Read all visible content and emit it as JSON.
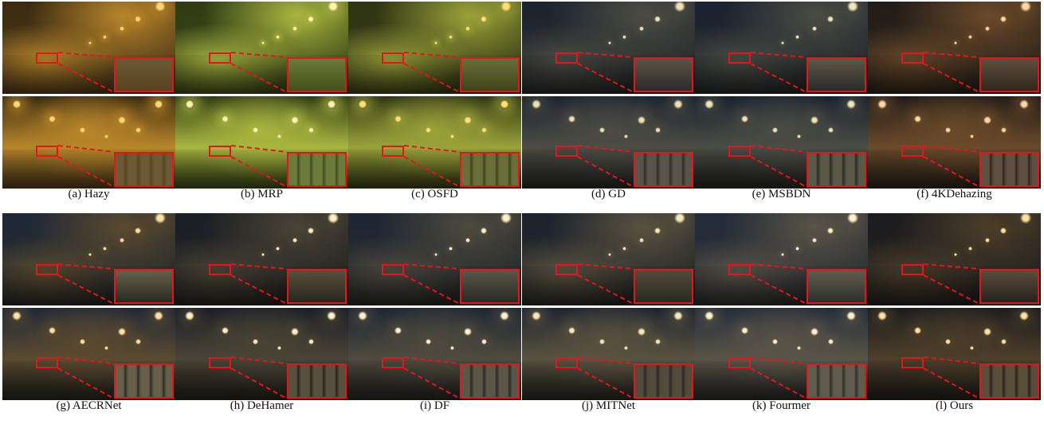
{
  "captions": [
    "(a) Hazy",
    "(b) MRP",
    "(c) OSFD",
    "(d) GD",
    "(e) MSBDN",
    "(f) 4KDehazing",
    "(g) AECRNet",
    "(h) DeHamer",
    "(i) DF",
    "(j) MITNet",
    "(k) Fourmer",
    "(l) Ours"
  ],
  "methods": [
    {
      "sky": "#3a2a10",
      "glow": "#b8862a",
      "road": "#5a4220",
      "zoom": "#6b5a35",
      "lamp": "#ffd66e"
    },
    {
      "sky": "#2f3a12",
      "glow": "#a8b640",
      "road": "#44501c",
      "zoom": "#6c7a3a",
      "lamp": "#fff3a8"
    },
    {
      "sky": "#2f3412",
      "glow": "#9aa23a",
      "road": "#3e4418",
      "zoom": "#6a6e3a",
      "lamp": "#ffe070"
    },
    {
      "sky": "#1c2430",
      "glow": "#4c4c44",
      "road": "#2c2c2a",
      "zoom": "#5a5448",
      "lamp": "#f0e0b0"
    },
    {
      "sky": "#1a2230",
      "glow": "#4a4c44",
      "road": "#2a2a28",
      "zoom": "#5c5848",
      "lamp": "#f2e6b8"
    },
    {
      "sky": "#221c18",
      "glow": "#6a4a2a",
      "road": "#30261c",
      "zoom": "#5e5040",
      "lamp": "#ffd8a0"
    },
    {
      "sky": "#1e2838",
      "glow": "#5a4a30",
      "road": "#2a2a22",
      "zoom": "#66604a",
      "lamp": "#ffe2a0"
    },
    {
      "sky": "#1a1e26",
      "glow": "#4a4436",
      "road": "#28261e",
      "zoom": "#58503c",
      "lamp": "#fff0c0"
    },
    {
      "sky": "#1c2634",
      "glow": "#4e4a3e",
      "road": "#2a2a26",
      "zoom": "#5a5648",
      "lamp": "#fff0c8"
    },
    {
      "sky": "#1c2430",
      "glow": "#5a5240",
      "road": "#2a2a22",
      "zoom": "#524a3a",
      "lamp": "#f6e8b8"
    },
    {
      "sky": "#222c3a",
      "glow": "#5a5448",
      "road": "#2e2e2c",
      "zoom": "#625c4e",
      "lamp": "#fff0c8"
    },
    {
      "sky": "#1c1c1e",
      "glow": "#4c3e2a",
      "road": "#262220",
      "zoom": "#5a4e3a",
      "lamp": "#ffe2a0"
    }
  ]
}
